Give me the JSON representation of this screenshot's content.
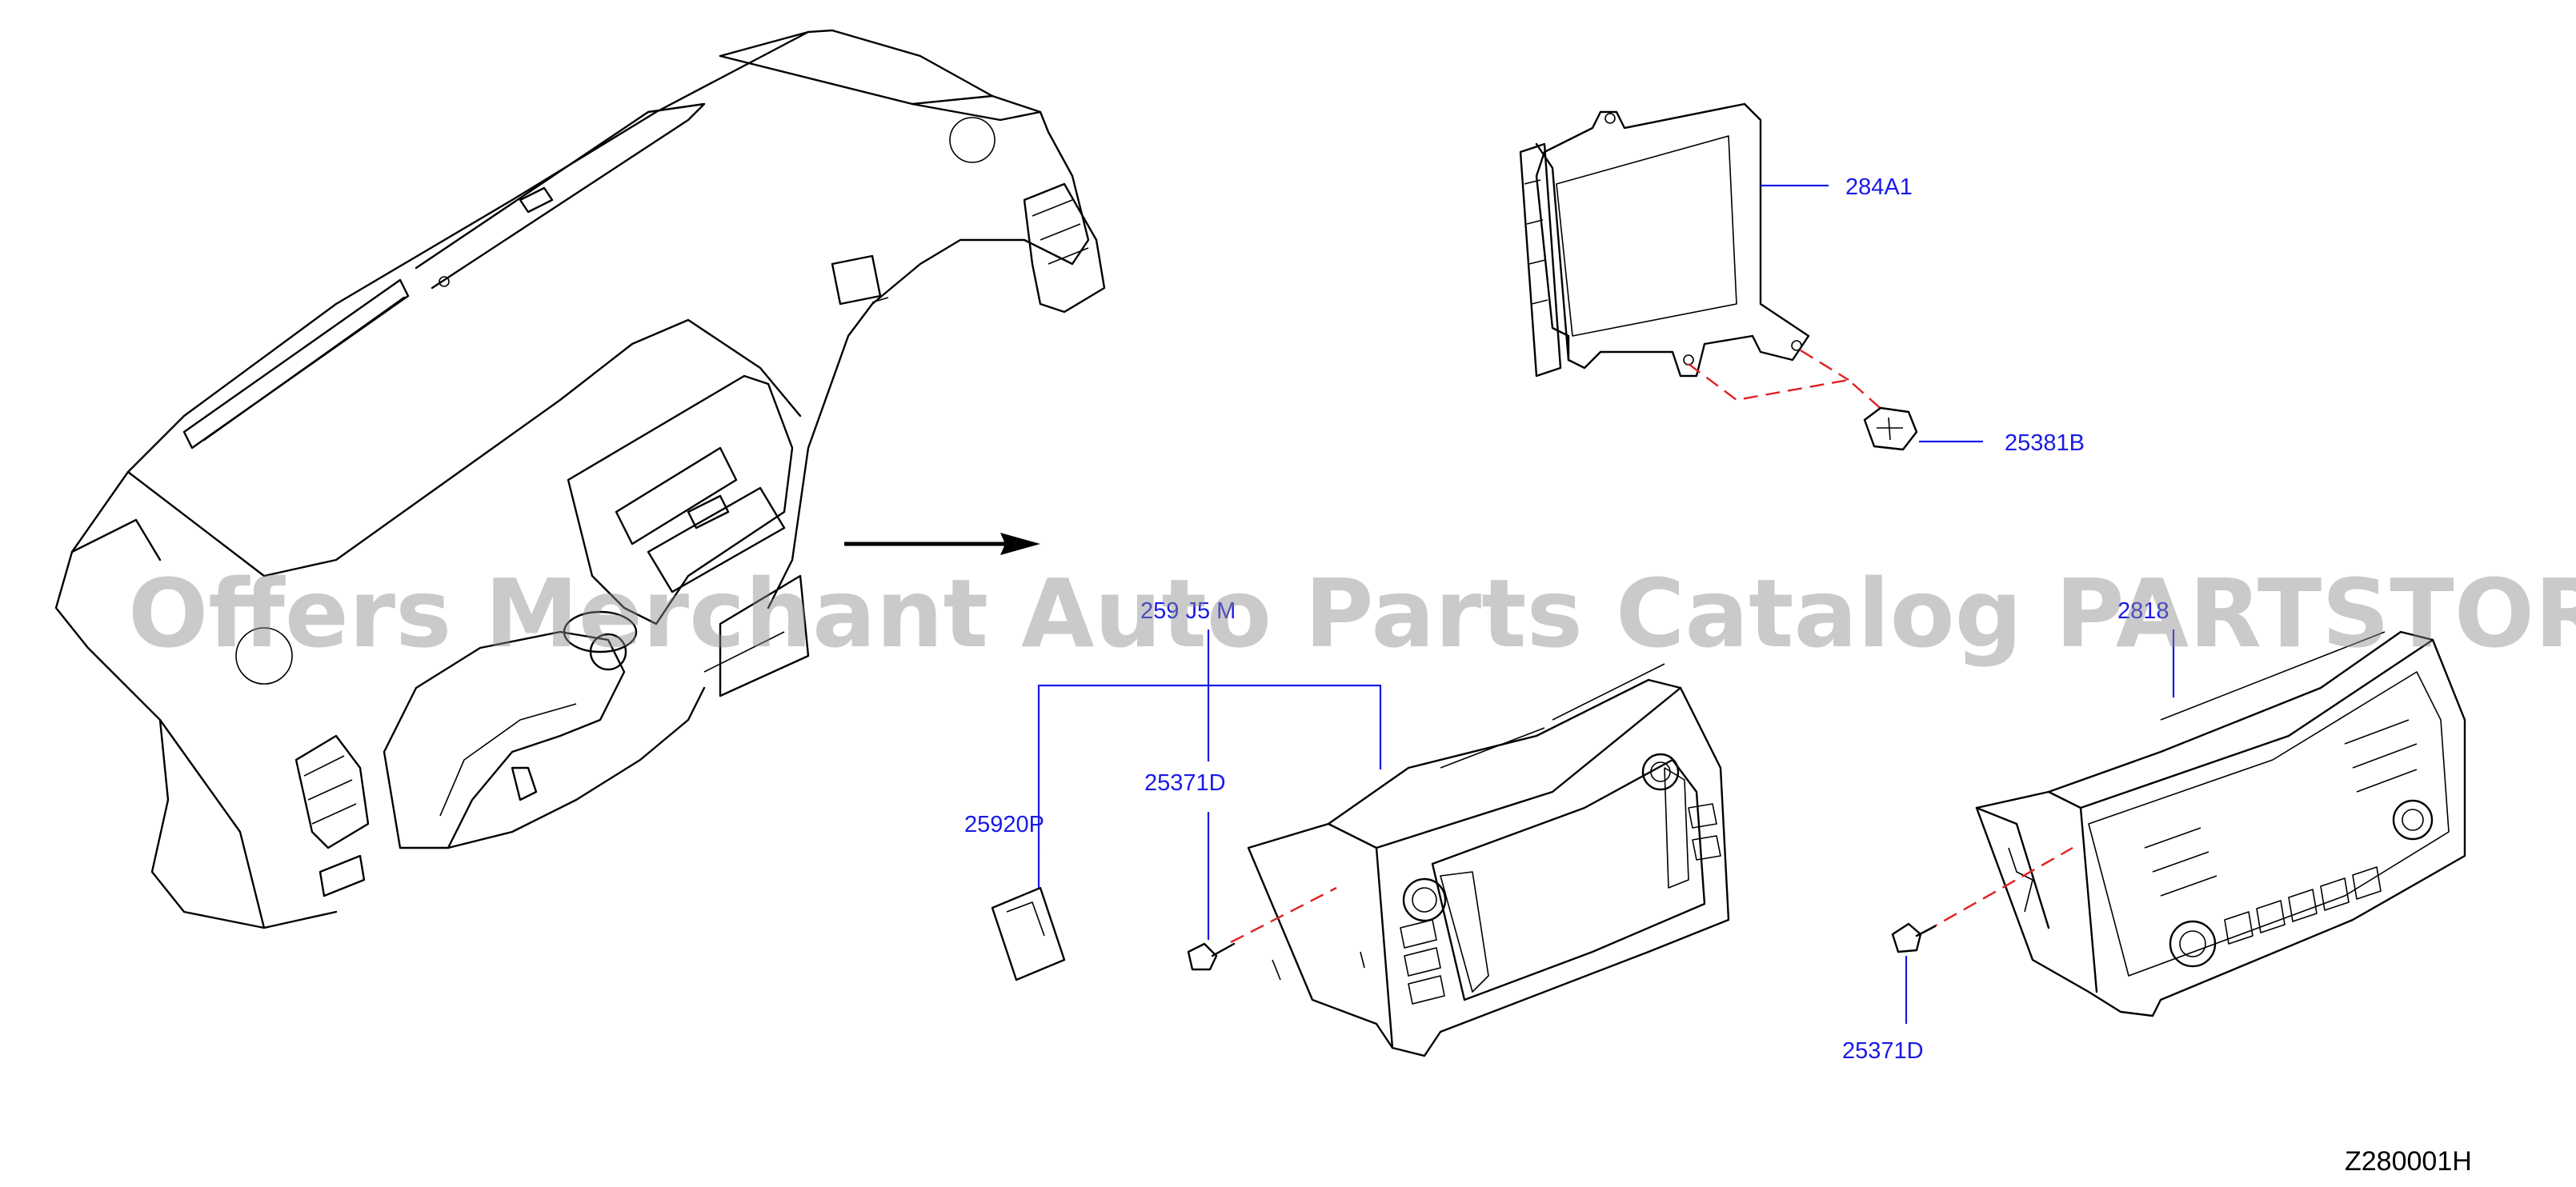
{
  "part_labels": {
    "ecu": "284A1",
    "nut": "25381B",
    "navi_unit": "259 J5 M",
    "sd_card": "25920P",
    "bolt_navi": "25371D",
    "audio_unit": "2818",
    "bolt_audio": "25371D"
  },
  "watermark": "Offers Merchant Auto Parts Catalog PARTSTORE.SA",
  "figure_code": "Z280001H",
  "colors": {
    "label_text": "#1a1ae6",
    "mounting_dash": "#e02020",
    "line_art": "#000000",
    "watermark": "#8a8a8a"
  }
}
